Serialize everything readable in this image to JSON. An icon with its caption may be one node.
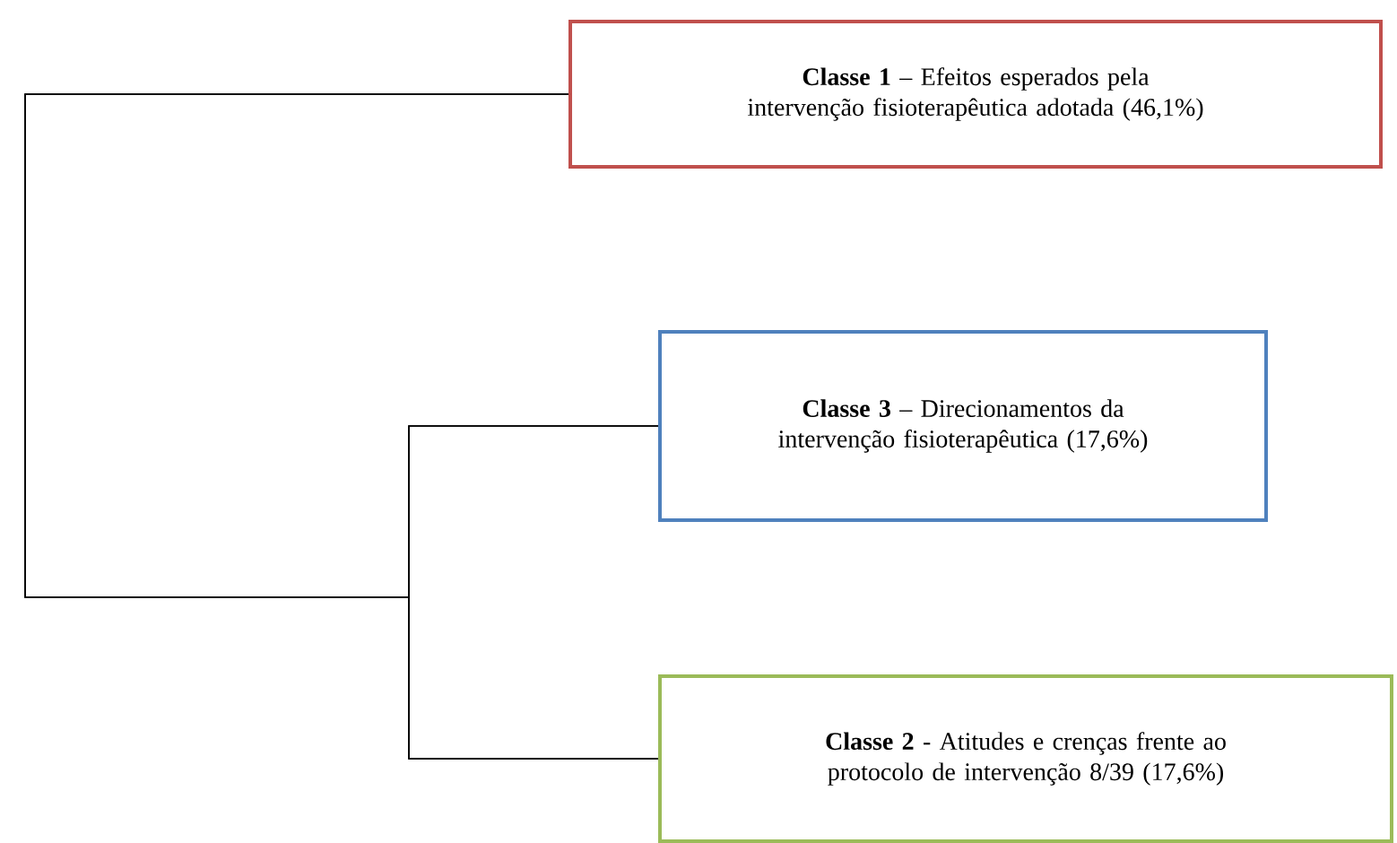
{
  "diagram": {
    "nodes": [
      {
        "text": [
          "**Classe 1** – Efeitos esperados pela intervenção fisioterapêutica adotada (46,1%)"
        ]
      },
      {
        "text": [
          "**Classe 3** – Direcionamentos da intervenção fisioterapêutica (17,6%)"
        ]
      },
      {
        "text": [
          "**Classe 2** - Atitudes e crenças frente ao protocolo de intervenção 8/39 (17,6%)"
        ]
      }
    ],
    "edges": [
      {
        "from": 1,
        "to": 2,
        "arrow": "none"
      },
      {
        "from": 0,
        "to": 1,
        "arrow": "none"
      },
      {
        "from": 0,
        "to": 2,
        "arrow": "none"
      }
    ]
  }
}
